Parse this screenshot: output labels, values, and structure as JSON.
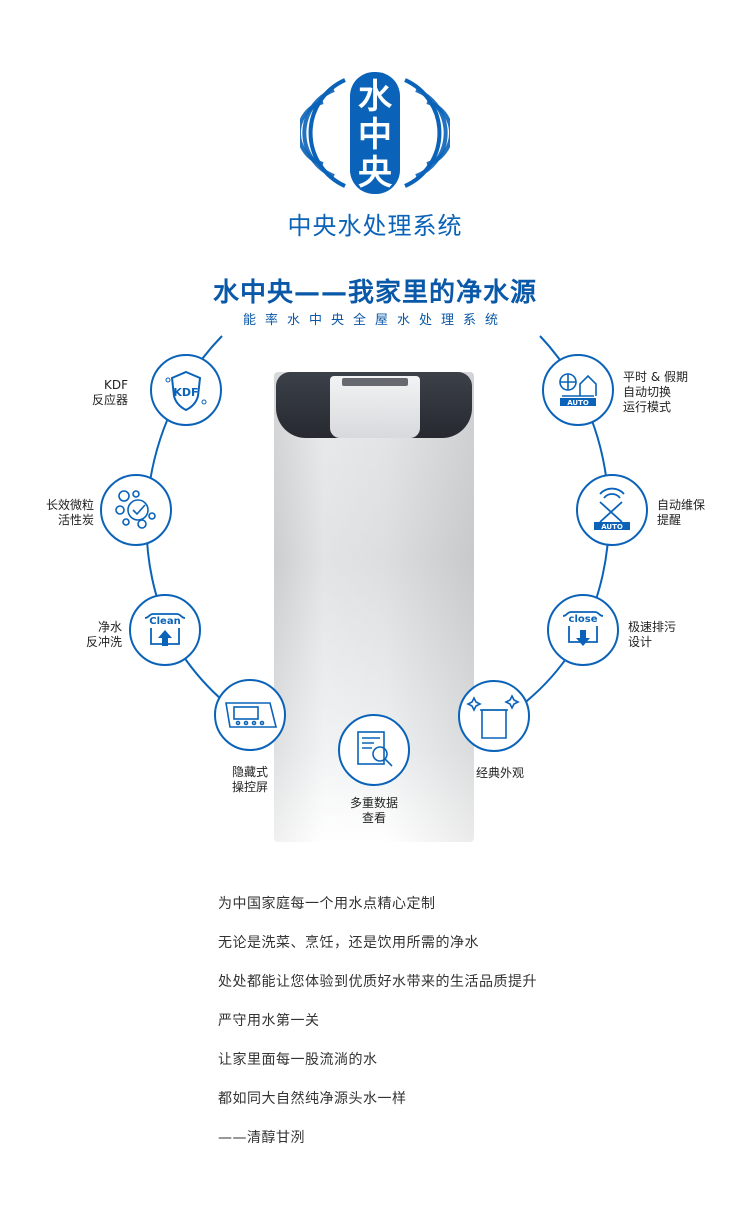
{
  "logo": {
    "characters": [
      "水",
      "中",
      "央"
    ],
    "brand_subtitle": "中央水处理系统"
  },
  "headline": "水中央——我家里的净水源",
  "subheadline": "能率水中央全屋水处理系统",
  "features": [
    {
      "key": "kdf",
      "icon": "kdf-shield-icon",
      "lines": [
        "KDF",
        "反应器"
      ],
      "badge": "KDF"
    },
    {
      "key": "carbon",
      "icon": "carbon-particles-icon",
      "lines": [
        "长效微粒",
        "活性炭"
      ]
    },
    {
      "key": "backwash",
      "icon": "clean-backwash-icon",
      "lines": [
        "净水",
        "反冲洗"
      ],
      "badge": "Clean"
    },
    {
      "key": "hidden",
      "icon": "hidden-control-panel-icon",
      "lines": [
        "隐藏式",
        "操控屏"
      ]
    },
    {
      "key": "data",
      "icon": "data-magnifier-icon",
      "lines": [
        "多重数据",
        "查看"
      ]
    },
    {
      "key": "design",
      "icon": "sparkle-design-icon",
      "lines": [
        "经典外观"
      ]
    },
    {
      "key": "drain",
      "icon": "close-drain-icon",
      "lines": [
        "极速排污",
        "设计"
      ],
      "badge": "close"
    },
    {
      "key": "maintain",
      "icon": "auto-maintenance-icon",
      "lines": [
        "自动维保",
        "提醒"
      ],
      "badge": "AUTO"
    },
    {
      "key": "mode",
      "icon": "auto-holiday-mode-icon",
      "lines": [
        "平时 & 假期",
        "自动切换",
        "运行模式"
      ],
      "badge": "AUTO"
    }
  ],
  "copy_lines": [
    "为中国家庭每一个用水点精心定制",
    "无论是洗菜、烹饪，还是饮用所需的净水",
    "处处都能让您体验到优质好水带来的生活品质提升",
    "严守用水第一关",
    "让家里面每一股流淌的水",
    "都如同大自然纯净源头水一样",
    "——清醇甘洌"
  ],
  "colors": {
    "brand_blue": "#0a63b8",
    "text": "#222222"
  }
}
